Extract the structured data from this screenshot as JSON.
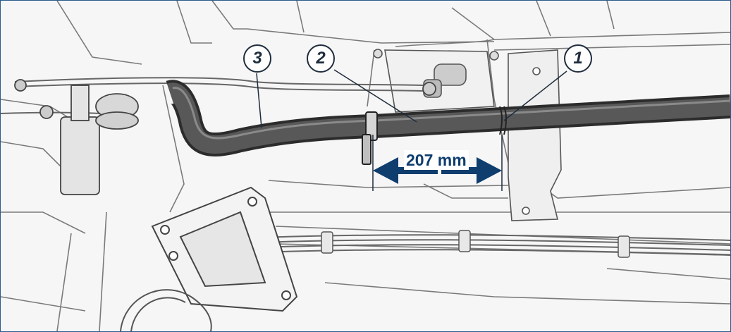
{
  "callouts": {
    "one": "1",
    "two": "2",
    "three": "3"
  },
  "dimension": {
    "label": "207 mm"
  },
  "colors": {
    "arrow": "#0e3d6e",
    "pipe": "#3a3a3a",
    "frame": "#2a5a8c",
    "line_art": "#555555"
  }
}
